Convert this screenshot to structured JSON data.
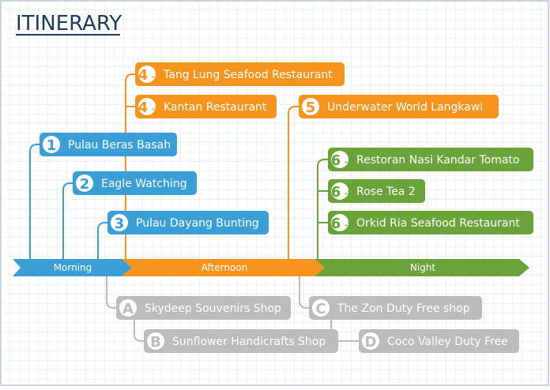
{
  "title": "ITINERARY",
  "colors": {
    "blue": "#3a9fd6",
    "orange": "#f7941d",
    "green": "#6aa33a",
    "gray": "#bcbcbc",
    "title": "#1f3b57",
    "grid": "#cfe3f3"
  },
  "timeline": {
    "morning": "Morning",
    "afternoon": "Afternoon",
    "night": "Night"
  },
  "morning_items": [
    {
      "num": "1",
      "sub": "",
      "label": "Pulau Beras Basah"
    },
    {
      "num": "2",
      "sub": "",
      "label": "Eagle Watching"
    },
    {
      "num": "3",
      "sub": "",
      "label": "Pulau Dayang Bunting"
    }
  ],
  "afternoon_items": [
    {
      "num": "4",
      "sub": "-1",
      "label": "Tang Lung Seafood Restaurant"
    },
    {
      "num": "4",
      "sub": "-2",
      "label": "Kantan Restaurant"
    },
    {
      "num": "5",
      "sub": "",
      "label": "Underwater World Langkawi"
    }
  ],
  "night_items": [
    {
      "num": "6",
      "sub": "-1",
      "label": "Restoran Nasi Kandar Tomato"
    },
    {
      "num": "6",
      "sub": "-2",
      "label": "Rose Tea 2"
    },
    {
      "num": "6",
      "sub": "-3",
      "label": "Orkid Ria Seafood Restaurant"
    }
  ],
  "shopping_items": [
    {
      "num": "A",
      "label": "Skydeep Souvenirs Shop"
    },
    {
      "num": "B",
      "label": "Sunflower Handicrafts Shop"
    },
    {
      "num": "C",
      "label": "The Zon Duty Free shop"
    },
    {
      "num": "D",
      "label": "Coco Valley Duty Free"
    }
  ]
}
